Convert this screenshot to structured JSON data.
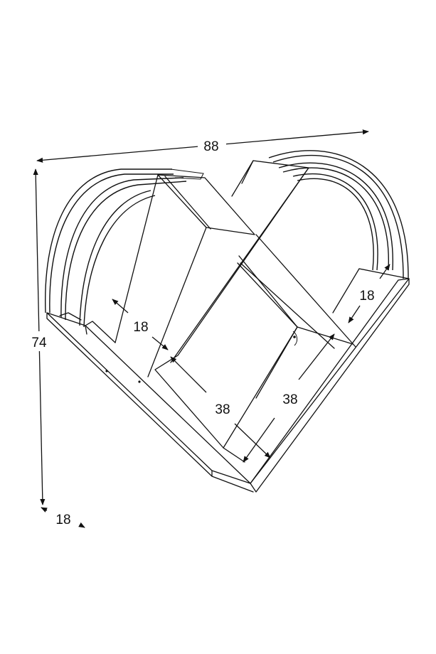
{
  "diagram": {
    "dimensions": {
      "width": "88",
      "height": "74",
      "depth": "18",
      "inner_depth_left": "18",
      "inner_depth_right": "18",
      "compartment_left": "38",
      "compartment_right": "38"
    },
    "line_color": "#111111",
    "background": "#ffffff"
  }
}
